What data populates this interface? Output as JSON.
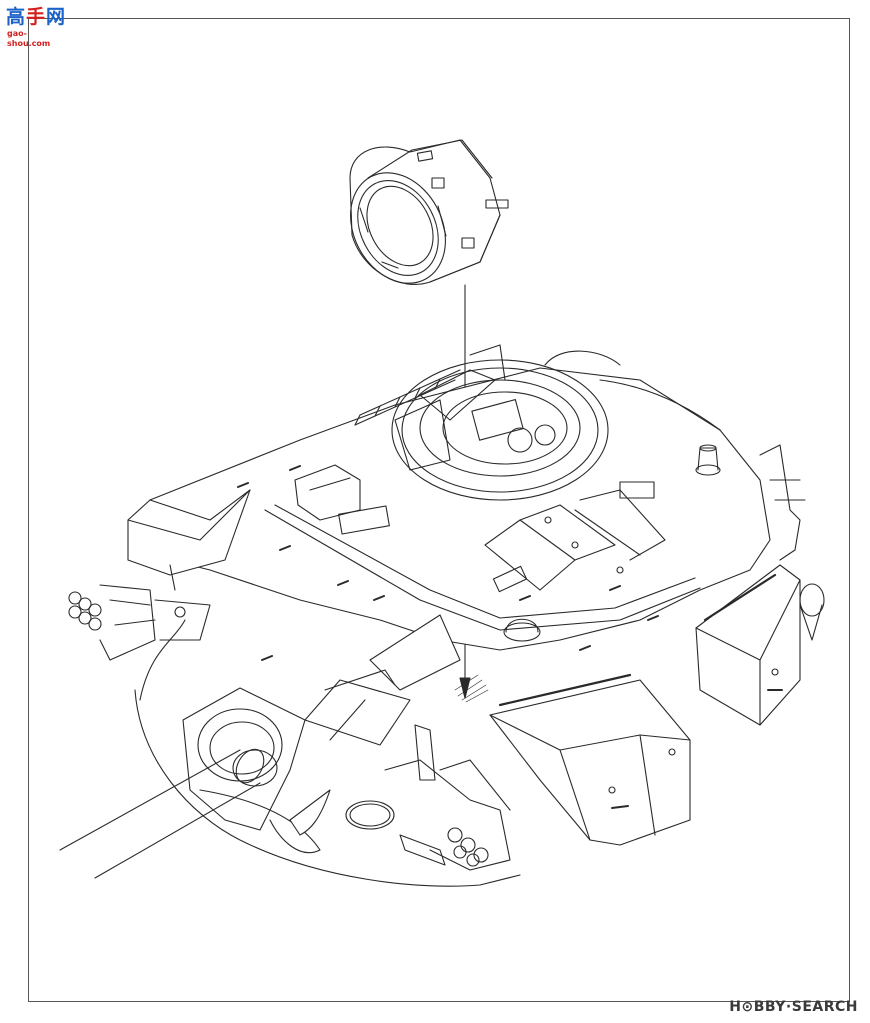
{
  "logo": {
    "main_left": "高",
    "main_mid": "手",
    "main_right": "网",
    "sub": "gao-shou.com"
  },
  "watermark": {
    "text": "H⊙BBY·SEARCH"
  },
  "colors": {
    "line": "#2a2a2a",
    "frame": "#555555",
    "logo_blue": "#1b62c9",
    "logo_red": "#d41f1f"
  }
}
